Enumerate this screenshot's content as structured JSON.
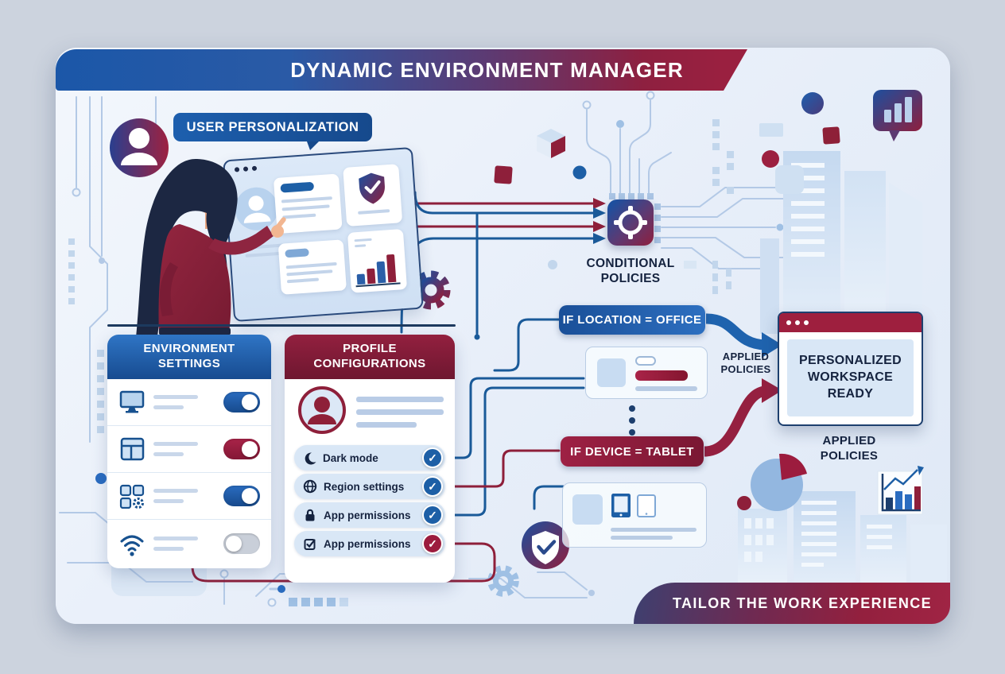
{
  "header": {
    "title": "DYNAMIC ENVIRONMENT MANAGER"
  },
  "callout": {
    "label": "USER PERSONALIZATION"
  },
  "chip": {
    "label": "CONDITIONAL POLICIES"
  },
  "environment_panel": {
    "title": "ENVIRONMENT SETTINGS",
    "rows": [
      {
        "icon": "monitor-icon",
        "toggle": "on",
        "toggle_color": "blue"
      },
      {
        "icon": "window-layout-icon",
        "toggle": "on",
        "toggle_color": "red"
      },
      {
        "icon": "apps-gear-icon",
        "toggle": "on",
        "toggle_color": "blue"
      },
      {
        "icon": "wifi-icon",
        "toggle": "off",
        "toggle_color": "gray"
      }
    ]
  },
  "profile_panel": {
    "title": "PROFILE CONFIGURATIONS",
    "check_glyph": "✓",
    "items": [
      {
        "icon": "moon-icon",
        "label": "Dark mode",
        "check_color": "blue"
      },
      {
        "icon": "globe-icon",
        "label": "Region settings",
        "check_color": "blue"
      },
      {
        "icon": "lock-icon",
        "label": "App permissions",
        "check_color": "blue"
      },
      {
        "icon": "checkbox-icon",
        "label": "App permissions",
        "check_color": "red"
      }
    ]
  },
  "conditions": {
    "location_badge": "IF LOCATION = OFFICE",
    "device_badge": "IF DEVICE = TABLET",
    "applied_label": "APPLIED POLICIES"
  },
  "workspace": {
    "message": "PERSONALIZED WORKSPACE READY",
    "applied_label": "APPLIED POLICIES"
  },
  "footer": {
    "tagline": "TAILOR THE WORK EXPERIENCE"
  },
  "colors": {
    "primary_blue": "#1b5aa6",
    "primary_red": "#8e1f3a",
    "navy_text": "#15233f",
    "light_blue": "#c9dcf1",
    "canvas_bg": "#ccd3de"
  }
}
